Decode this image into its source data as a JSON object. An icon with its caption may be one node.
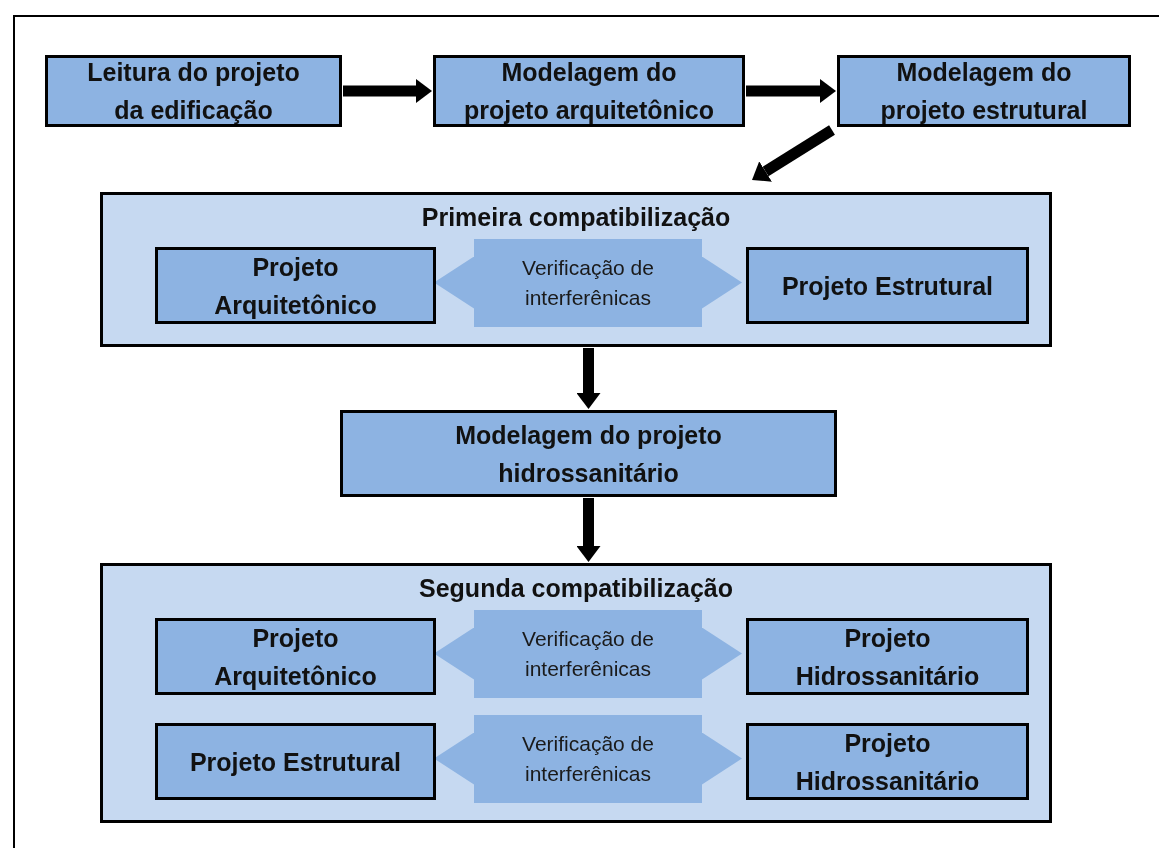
{
  "diagram": {
    "nodes": [
      {
        "text": [
          "Leitura do projeto da edificação"
        ]
      },
      {
        "text": [
          "Modelagem do projeto arquitetônico"
        ]
      },
      {
        "text": [
          "Modelagem do projeto estrutural"
        ]
      },
      {
        "text": [
          "Primeira compatibilização"
        ]
      },
      {
        "text": [
          "Projeto Arquitetônico"
        ],
        "in": 3
      },
      {
        "text": [
          "Projeto Estrutural"
        ],
        "in": 3
      },
      {
        "text": [
          "Modelagem do projeto hidrossanitário"
        ]
      },
      {
        "text": [
          "Segunda compatibilização"
        ]
      },
      {
        "text": [
          "Projeto Arquitetônico"
        ],
        "in": 7
      },
      {
        "text": [
          "Projeto Hidrossanitário"
        ],
        "in": 7
      },
      {
        "text": [
          "Projeto Estrutural"
        ],
        "in": 7
      },
      {
        "text": [
          "Projeto Hidrossanitário"
        ],
        "in": 7
      }
    ],
    "edges": [
      {
        "from": 0,
        "to": 1,
        "arrow": "to"
      },
      {
        "from": 1,
        "to": 2,
        "arrow": "to"
      },
      {
        "from": 2,
        "to": 3,
        "arrow": "to"
      },
      {
        "from": 3,
        "to": 6,
        "arrow": "to"
      },
      {
        "from": 6,
        "to": 7,
        "arrow": "to"
      },
      {
        "from": 4,
        "to": 5,
        "arrow": "both",
        "label": "Verificação de interferênicas",
        "style": "thick",
        "color": "#8db3e2"
      },
      {
        "from": 8,
        "to": 9,
        "arrow": "both",
        "label": "Verificação de interferênicas",
        "style": "thick",
        "color": "#8db3e2"
      },
      {
        "from": 10,
        "to": 11,
        "arrow": "both",
        "label": "Verificação de interferênicas",
        "style": "thick",
        "color": "#8db3e2"
      }
    ]
  }
}
